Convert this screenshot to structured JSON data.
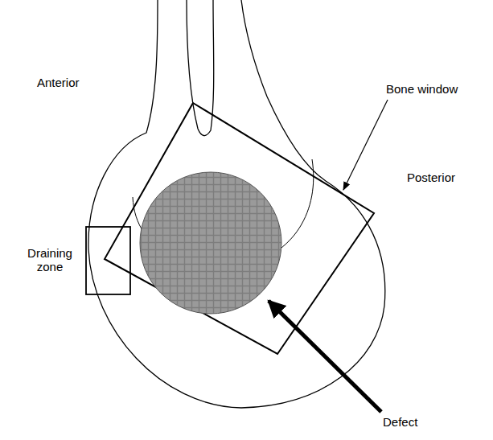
{
  "diagram": {
    "labels": [
      "Anterior",
      "Draining zone",
      "Bone window",
      "Posterior",
      "Defect"
    ]
  }
}
